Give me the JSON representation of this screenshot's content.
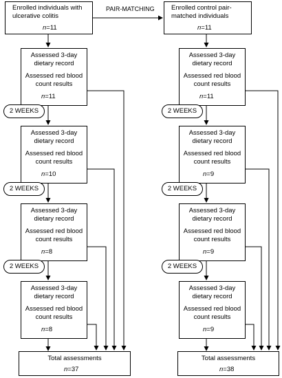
{
  "pair_label": "PAIR-MATCHING",
  "interval_label": "2 WEEKS",
  "assessment_lines": [
    "Assessed 3-day",
    "dietary record",
    "Assessed red blood",
    "count results"
  ],
  "n_prefix": "n",
  "left": {
    "enrolled": [
      "Enrolled individuals with",
      "ulcerative colitis"
    ],
    "enrolled_n": "=11",
    "visits_n": [
      "=11",
      "=10",
      "=8",
      "=8"
    ],
    "total_label": "Total assessments",
    "total_n": "=37"
  },
  "right": {
    "enrolled": [
      "Enrolled control pair-",
      "matched individuals"
    ],
    "enrolled_n": "=11",
    "visits_n": [
      "=11",
      "=9",
      "=9",
      "=9"
    ],
    "total_label": "Total assessments",
    "total_n": "=38"
  }
}
